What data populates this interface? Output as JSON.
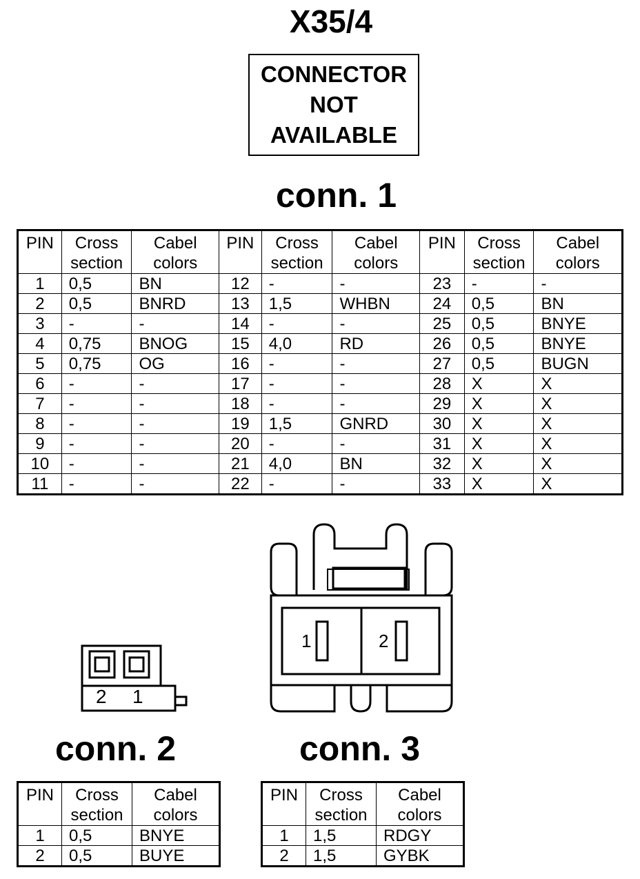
{
  "title": "X35/4",
  "notice": {
    "line1": "CONNECTOR",
    "line2": "NOT",
    "line3": "AVAILABLE"
  },
  "headers": {
    "pin": "PIN",
    "cross1": "Cross",
    "cross2": "section",
    "cabel1": "Cabel",
    "cabel2": "colors"
  },
  "conn1": {
    "label": "conn. 1",
    "rows": [
      [
        "1",
        "0,5",
        "BN",
        "12",
        "-",
        "-",
        "23",
        "-",
        "-"
      ],
      [
        "2",
        "0,5",
        "BNRD",
        "13",
        "1,5",
        "WHBN",
        "24",
        "0,5",
        "BN"
      ],
      [
        "3",
        "-",
        "-",
        "14",
        "-",
        "-",
        "25",
        "0,5",
        "BNYE"
      ],
      [
        "4",
        "0,75",
        "BNOG",
        "15",
        "4,0",
        "RD",
        "26",
        "0,5",
        "BNYE"
      ],
      [
        "5",
        "0,75",
        "OG",
        "16",
        "-",
        "-",
        "27",
        "0,5",
        "BUGN"
      ],
      [
        "6",
        "-",
        "-",
        "17",
        "-",
        "-",
        "28",
        "X",
        "X"
      ],
      [
        "7",
        "-",
        "-",
        "18",
        "-",
        "-",
        "29",
        "X",
        "X"
      ],
      [
        "8",
        "-",
        "-",
        "19",
        "1,5",
        "GNRD",
        "30",
        "X",
        "X"
      ],
      [
        "9",
        "-",
        "-",
        "20",
        "-",
        "-",
        "31",
        "X",
        "X"
      ],
      [
        "10",
        "-",
        "-",
        "21",
        "4,0",
        "BN",
        "32",
        "X",
        "X"
      ],
      [
        "11",
        "-",
        "-",
        "22",
        "-",
        "-",
        "33",
        "X",
        "X"
      ]
    ]
  },
  "conn2": {
    "label": "conn. 2",
    "pin_labels": [
      "2",
      "1"
    ],
    "rows": [
      [
        "1",
        "0,5",
        "BNYE"
      ],
      [
        "2",
        "0,5",
        "BUYE"
      ]
    ]
  },
  "conn3": {
    "label": "conn. 3",
    "pin_labels": [
      "1",
      "2"
    ],
    "rows": [
      [
        "1",
        "1,5",
        "RDGY"
      ],
      [
        "2",
        "1,5",
        "GYBK"
      ]
    ]
  }
}
